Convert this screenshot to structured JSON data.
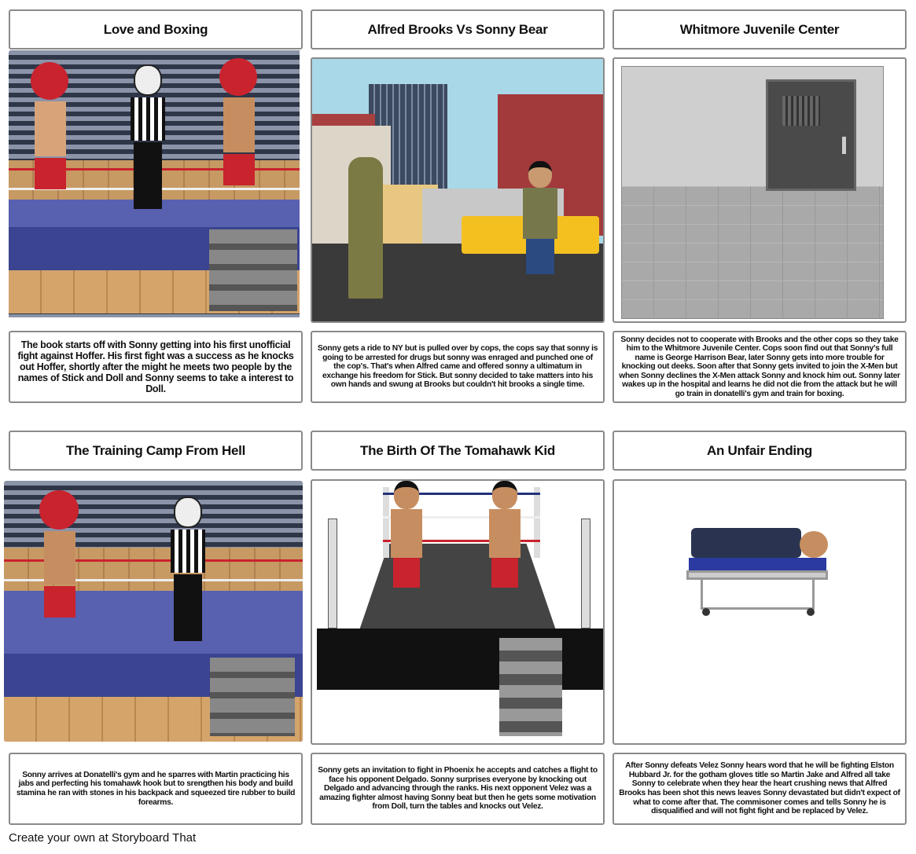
{
  "panels": [
    {
      "title": "Love and Boxing",
      "text": "The book starts off with Sonny getting into his first unofficial fight against Hoffer. His first fight was a success as he knocks out Hoffer, shortly after the might he meets two people by the names of Stick and Doll and Sonny seems to take a interest to Doll.",
      "scene": "boxing-ring-gym"
    },
    {
      "title": "Alfred Brooks Vs Sonny Bear",
      "text": "Sonny gets a ride to NY but is pulled over by cops, the cops say that sonny is going to be arrested for drugs but sonny was enraged and punched one of the cop's. That's when Alfred came and offered sonny a ultimatum in exchange his freedom for Stick. But sonny decided to take matters into his own hands and swung at Brooks but couldn't hit brooks a single time.",
      "scene": "city-street"
    },
    {
      "title": "Whitmore Juvenile Center",
      "text": "Sonny decides not to cooperate with Brooks and the other cops so they take him to the Whitmore Juvenile Center. Cops soon find out that Sonny's full name is George Harrison Bear, later Sonny gets into more trouble for knocking out deeks. Soon after that Sonny gets invited to join the X-Men but when Sonny declines the X-Men attack Sonny and knock him out. Sonny later wakes up in the hospital and learns he did not die from the attack but he will go train in donatelli's gym and train for boxing.",
      "scene": "cell-room"
    },
    {
      "title": "The Training Camp From Hell",
      "text": "Sonny arrives at Donatelli's gym and he sparres with Martin practicing his jabs and perfecting his tomahawk hook but to srengthen his body and build stamina he ran with stones in his backpack and squeezed tire rubber to build forearms.",
      "scene": "boxing-ring-gym"
    },
    {
      "title": "The Birth Of The Tomahawk Kid",
      "text": "Sonny gets an invitation to fight in Phoenix he accepts and catches a flight to face his opponent Delgado. Sonny surprises everyone by knocking out Delgado and advancing through the ranks. His next opponent Velez was a amazing fighter almost having Sonny beat but then he gets some motivation from Doll, turn the tables and knocks out Velez.",
      "scene": "black-ring"
    },
    {
      "title": "An Unfair Ending",
      "text": "After Sonny defeats Velez Sonny hears word that he will be fighting Elston Hubbard Jr. for the gotham gloves title so Martin Jake and Alfred all take Sonny to celebrate when they hear the heart crushing news that Alfred Brooks has been shot this news leaves Sonny devastated but didn't expect of what to come after that. The commisoner comes and tells Sonny he is disqualified and will not fight fight and be replaced by Velez.",
      "scene": "stretcher"
    }
  ],
  "footer": "Create your own at Storyboard That"
}
